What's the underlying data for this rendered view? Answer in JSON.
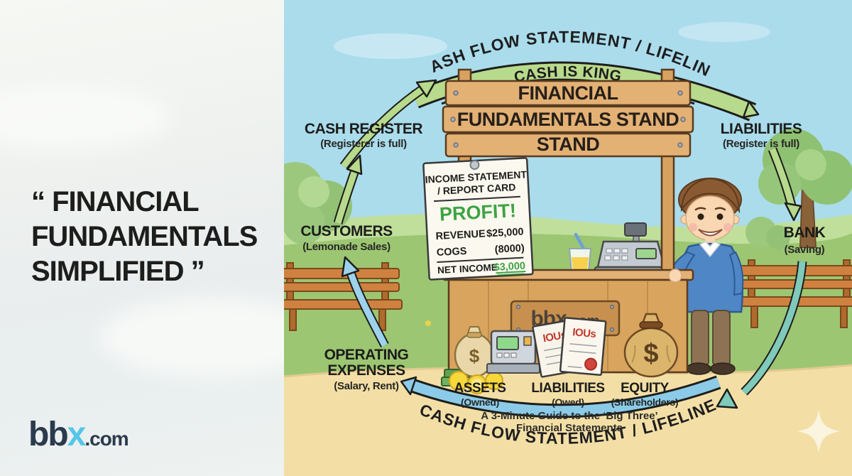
{
  "left_panel": {
    "quote_lines": [
      "“ FINANCIAL",
      "FUNDAMENTALS",
      "SIMPLIFIED ”"
    ],
    "logo": {
      "bb": "bb",
      "x": "x",
      "com": ".com"
    }
  },
  "cycle": {
    "top_arc_label": "CASH FLOW STATEMENT / LIFELINE",
    "top_band_label": "CASH IS KING",
    "bottom_arc_label": "CASH FLOW STATEMENT / LIFELINE"
  },
  "stand": {
    "sign_lines": [
      "FINANCIAL",
      "FUNDAMENTALS STAND",
      "STAND"
    ],
    "plaque_main": "bbx",
    "plaque_suffix": ".com"
  },
  "report": {
    "title_lines": [
      "INCOME STATEMENT",
      "/ REPORT CARD"
    ],
    "highlight": "PROFIT!",
    "rows": [
      {
        "label": "REVENUE",
        "value": "$25,000"
      },
      {
        "label": "COGS",
        "value": "(8000)"
      },
      {
        "label": "NET INCOME",
        "value": "$3,000"
      }
    ]
  },
  "labels": {
    "cash_register": {
      "title": "CASH REGISTER",
      "sub": "(Registerer is full)"
    },
    "customers": {
      "title": "CUSTOMERS",
      "sub": "(Lemonade Sales)"
    },
    "operating_expenses": {
      "title_lines": [
        "OPERATING",
        "EXPENSES"
      ],
      "sub": "(Salary, Rent)"
    },
    "liabilities": {
      "title": "LIABILITIES",
      "sub": "(Register is full)"
    },
    "bank": {
      "title": "BANK",
      "sub": "(Saving)"
    }
  },
  "balance_sheet": {
    "items": [
      {
        "title": "ASSETS",
        "sub": "(Owned)"
      },
      {
        "title": "LIABILITIES",
        "sub": "(Owed)"
      },
      {
        "title": "EQUITY",
        "sub": "(Shareholders)"
      }
    ]
  },
  "tagline_lines": [
    "A 3-Minute Guide to the ‘Big Three’",
    "Financial Statements"
  ],
  "iou_text": "IOUs",
  "currency_symbol": "$",
  "colors": {
    "sky": "#aadcec",
    "grass": "#9cc672",
    "path_tan": "#f3dfa6",
    "band_green": "#b8da8c",
    "band_blue": "#8ccbe8",
    "arrow_teal": "#7fcabb",
    "wood": "#e4b175",
    "profit_green": "#3ea344",
    "iou_red": "#c0392b",
    "logo_navy": "#2b3a4d",
    "logo_cyan": "#55c6e6",
    "text_black": "#1c1c1a"
  }
}
